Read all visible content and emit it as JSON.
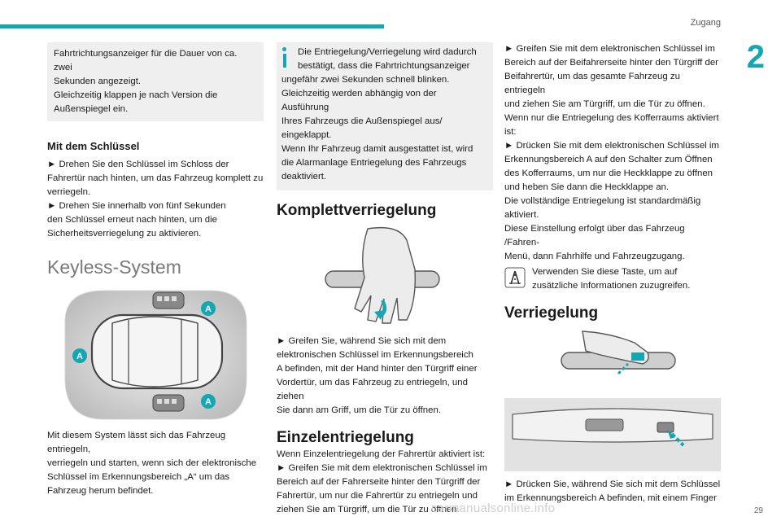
{
  "header": {
    "section": "Zugang",
    "chapter": "2"
  },
  "footer": {
    "page": "29",
    "watermark": "carmanualsonline.info"
  },
  "col1": {
    "box_lines": [
      "Fahrtrichtungsanzeiger für die Dauer von ca. zwei",
      "Sekunden angezeigt.",
      "Gleichzeitig klappen je nach Version die",
      "Außenspiegel ein."
    ],
    "key_heading": "Mit dem Schlüssel",
    "key_lines": [
      "► Drehen Sie den Schlüssel im Schloss der",
      "Fahrertür nach hinten, um das Fahrzeug komplett zu",
      "verriegeln.",
      "► Drehen Sie innerhalb von fünf Sekunden",
      "den Schlüssel erneut nach hinten, um die",
      "Sicherheitsverriegelung zu aktivieren."
    ],
    "keyless_heading": "Keyless-System",
    "zone_label": "A",
    "keyless_lines": [
      "Mit diesem System lässt sich das Fahrzeug entriegeln,",
      "verriegeln und starten, wenn sich der elektronische",
      "Schlüssel im Erkennungsbereich „A“ um das",
      "Fahrzeug herum befindet."
    ]
  },
  "col2": {
    "info_lines": [
      "Die Entriegelung/Verriegelung wird dadurch",
      "bestätigt, dass die Fahrtrichtungsanzeiger",
      "ungefähr zwei Sekunden schnell blinken.",
      "Gleichzeitig werden abhängig von der Ausführung",
      "Ihres Fahrzeugs die Außenspiegel aus/",
      "eingeklappt.",
      "Wenn Ihr Fahrzeug damit ausgestattet ist, wird",
      "die Alarmanlage Entriegelung des Fahrzeugs",
      "deaktiviert."
    ],
    "full_heading": "Komplettverriegelung",
    "full_lines": [
      "► Greifen Sie, während Sie sich mit dem",
      "elektronischen Schlüssel im Erkennungsbereich",
      "A befinden, mit der Hand hinter den Türgriff einer",
      "Vordertür, um das Fahrzeug zu entriegeln, und ziehen",
      "Sie dann am Griff, um die Tür zu öffnen."
    ],
    "single_heading": "Einzelentriegelung",
    "single_lines": [
      "Wenn Einzelentriegelung der Fahrertür aktiviert ist:",
      "► Greifen Sie mit dem elektronischen Schlüssel im",
      "Bereich auf der Fahrerseite hinter den Türgriff der",
      "Fahrertür, um nur die Fahrertür zu entriegeln und",
      "ziehen Sie am Türgriff, um die Tür zu öffnen."
    ]
  },
  "col3": {
    "lines": [
      "► Greifen Sie mit dem elektronischen Schlüssel im",
      "Bereich auf der Beifahrerseite hinter den Türgriff der",
      "Beifahrertür, um das gesamte Fahrzeug zu entriegeln",
      "und ziehen Sie am Türgriff, um die Tür zu öffnen.",
      "Wenn nur die Entriegelung des Kofferraums aktiviert",
      "ist:",
      "► Drücken Sie mit dem elektronischen Schlüssel im",
      "Erkennungsbereich A auf den Schalter zum Öffnen",
      "des Kofferraums, um nur die Heckklappe zu öffnen",
      "und heben Sie dann die Heckklappe an.",
      "Die vollständige Entriegelung ist standardmäßig",
      "aktiviert.",
      "Diese Einstellung erfolgt über das Fahrzeug /Fahren-",
      "Menü, dann Fahrhilfe und Fahrzeugzugang."
    ],
    "tip_lines": [
      "Verwenden Sie diese Taste, um auf",
      "zusätzliche Informationen zuzugreifen."
    ],
    "lock_heading": "Verriegelung",
    "lock_lines": [
      "► Drücken Sie, während Sie sich mit dem Schlüssel",
      "im Erkennungsbereich A befinden, mit einem Finger"
    ]
  }
}
